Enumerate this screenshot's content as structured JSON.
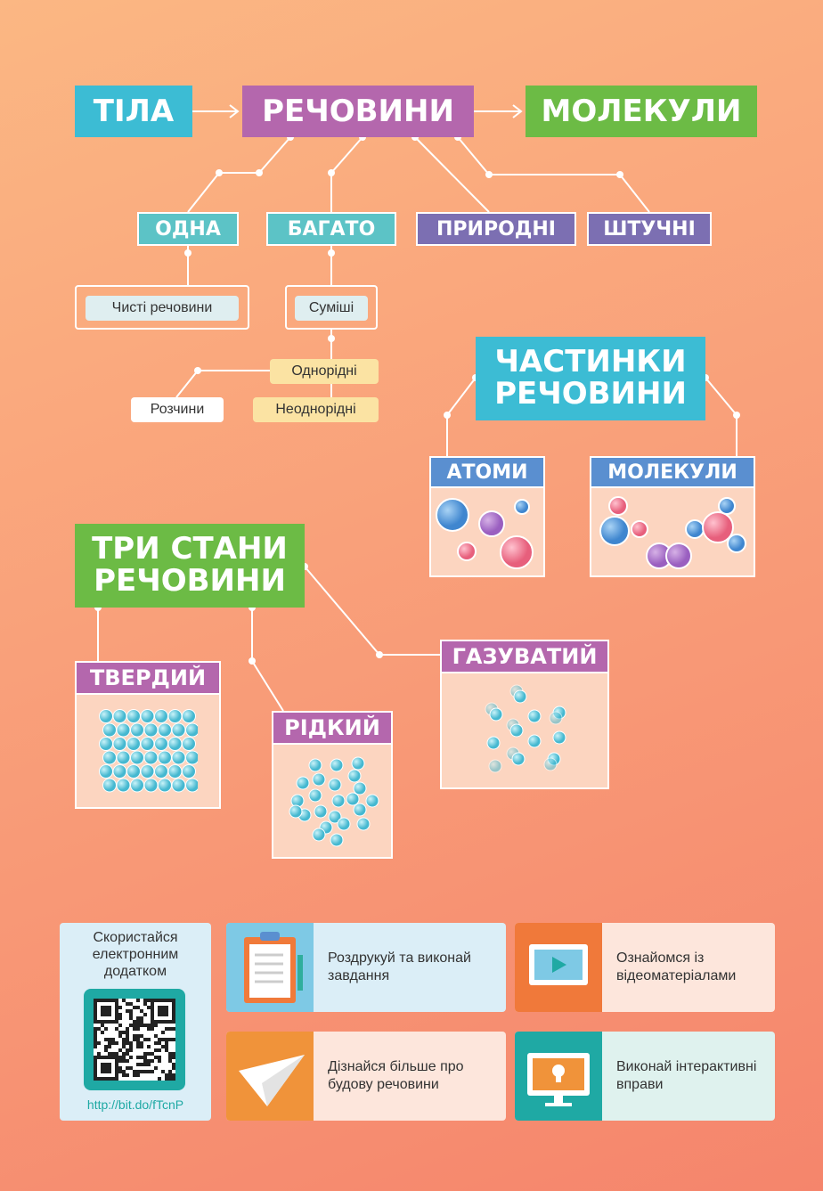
{
  "top_row": {
    "tila": "ТІЛА",
    "rechovyny": "РЕЧОВИНИ",
    "molekuly": "МОЛЕКУЛИ"
  },
  "categories": {
    "odna": "ОДНА",
    "bahato": "БАГАТО",
    "pryrodni": "ПРИРОДНІ",
    "shtuchni": "ШТУЧНІ"
  },
  "sub": {
    "chysti": "Чисті речовини",
    "sumishi": "Суміші",
    "odnoridni": "Однорідні",
    "neodnoridni": "Неоднорідні",
    "rozchyny": "Розчини"
  },
  "particles": {
    "title_line1": "ЧАСТИНКИ",
    "title_line2": "РЕЧОВИНИ",
    "atoms": "АТОМИ",
    "molecules": "МОЛЕКУЛИ"
  },
  "states": {
    "title_line1": "ТРИ СТАНИ",
    "title_line2": "РЕЧОВИНИ",
    "solid": "ТВЕРДИЙ",
    "liquid": "РІДКИЙ",
    "gas": "ГАЗУВАТИЙ"
  },
  "footer": {
    "qr_text": "Скористайся електронним додатком",
    "qr_url": "http://bit.do/fTcnP",
    "cards": [
      {
        "label": "Роздрукуй та виконай завдання"
      },
      {
        "label": "Ознайомся із відеоматеріалами"
      },
      {
        "label": "Дізнайся більше про будову речовини"
      },
      {
        "label": "Виконай інтерактивні вправи"
      }
    ]
  },
  "colors": {
    "teal": "#3cbcd4",
    "purple": "#b467ad",
    "green": "#6cbb45",
    "mint": "#5cc3c6",
    "violet": "#7c6fb2",
    "blue_header": "#5a8fd0",
    "pink_header": "#b467ad"
  }
}
